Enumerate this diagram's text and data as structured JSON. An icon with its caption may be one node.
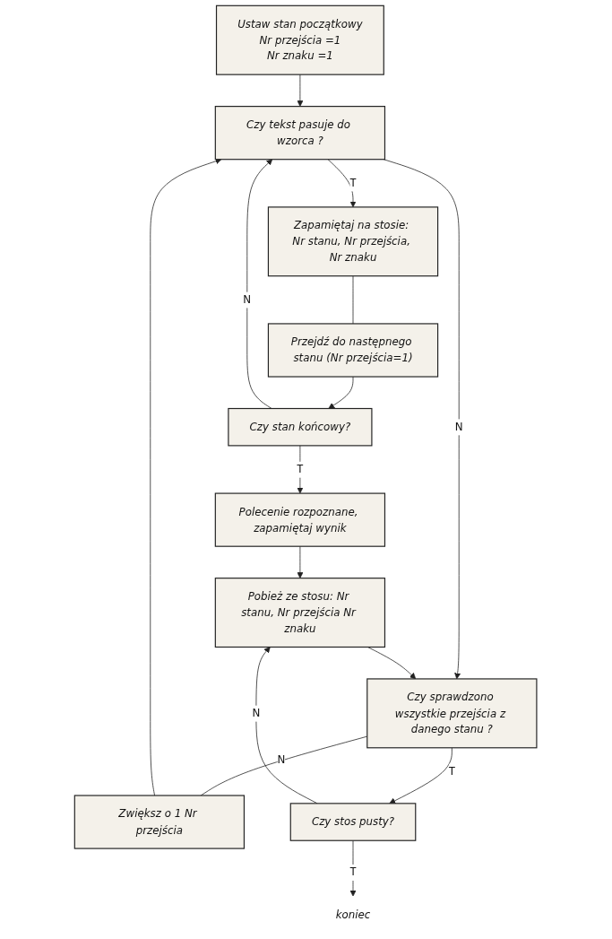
{
  "diagram": {
    "nodes": [
      {
        "text": [
          "Ustaw stan początkowy",
          "Nr przejścia =1",
          "Nr znaku =1"
        ]
      },
      {
        "text": [
          "Czy tekst pasuje do wzorca ?"
        ]
      },
      {
        "text": [
          "Zwiększ o 1 Nr przejścia"
        ]
      },
      {
        "text": [
          "Zapamiętaj na stosie: Nr stanu, Nr przejścia, Nr znaku"
        ]
      },
      {
        "text": [
          "Czy sprawdzono wszystkie przejścia z danego stanu ?"
        ]
      },
      {
        "text": [
          "Przejdź do następnego stanu (Nr przejścia=1)"
        ]
      },
      {
        "text": [
          "Czy stan końcowy?"
        ]
      },
      {
        "text": [
          "Czy stos pusty?"
        ]
      },
      {
        "text": [
          "koniec"
        ]
      },
      {
        "text": [
          "Pobież ze stosu: Nr stanu, Nr przejścia Nr znaku"
        ]
      },
      {
        "text": [
          "Polecenie rozpoznane, zapamiętaj wynik"
        ]
      }
    ],
    "edges": [
      {
        "from": 0,
        "to": 1,
        "arrow": "to"
      },
      {
        "from": 1,
        "to": 3,
        "label": "T",
        "arrow": "to"
      },
      {
        "from": 1,
        "to": 4,
        "label": "N",
        "arrow": "to"
      },
      {
        "from": 3,
        "to": 5,
        "arrow": "none"
      },
      {
        "from": 5,
        "to": 6,
        "arrow": "to"
      },
      {
        "from": 6,
        "to": 1,
        "label": "N",
        "arrow": "to"
      },
      {
        "from": 6,
        "to": 10,
        "label": "T",
        "arrow": "to"
      },
      {
        "from": 4,
        "to": 7,
        "label": "T",
        "arrow": "to"
      },
      {
        "from": 4,
        "to": 2,
        "label": "N",
        "arrow": "none"
      },
      {
        "from": 2,
        "to": 1,
        "arrow": "to"
      },
      {
        "from": 7,
        "to": 8,
        "label": "T",
        "arrow": "to"
      },
      {
        "from": 7,
        "to": 9,
        "label": "N",
        "arrow": "to"
      },
      {
        "from": 9,
        "to": 4,
        "arrow": "to"
      },
      {
        "from": 10,
        "to": 9,
        "arrow": "to"
      }
    ]
  }
}
